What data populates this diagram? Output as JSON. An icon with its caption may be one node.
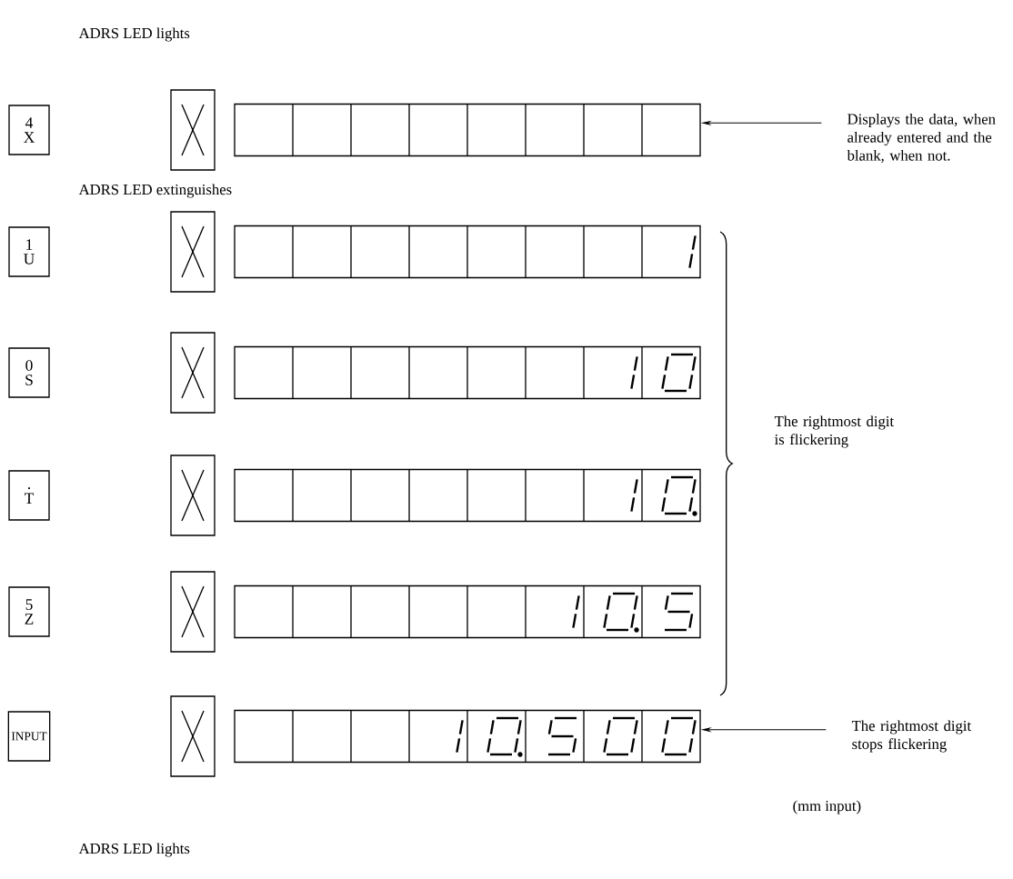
{
  "diagram": {
    "nodes": [
      {
        "text": [
          "4",
          "X"
        ]
      },
      {
        "text": [],
        "shape": "box"
      },
      {
        "text": [],
        "shape": "box"
      },
      {
        "text": [
          "Displays the data, when already entered and the blank, when not."
        ]
      },
      {
        "text": [
          "1",
          "U"
        ]
      },
      {
        "text": [],
        "shape": "box"
      },
      {
        "text": [],
        "shape": "box"
      },
      {
        "text": [
          "0",
          "S"
        ]
      },
      {
        "text": [],
        "shape": "box"
      },
      {
        "text": [],
        "shape": "box"
      },
      {
        "text": [
          ".",
          "T"
        ]
      },
      {
        "text": [],
        "shape": "box"
      },
      {
        "text": [],
        "shape": "box"
      },
      {
        "text": [
          "5",
          "Z"
        ]
      },
      {
        "text": [],
        "shape": "box"
      },
      {
        "text": [],
        "shape": "box"
      },
      {
        "text": [
          "INPUT"
        ]
      },
      {
        "text": [],
        "shape": "box"
      },
      {
        "text": [],
        "shape": "box"
      },
      {
        "text": [
          "The rightmost digit stops flickering"
        ]
      }
    ],
    "edges": [
      {
        "from": 3,
        "to": 2,
        "arrow": "to"
      },
      {
        "from": 19,
        "to": 18,
        "arrow": "to"
      }
    ],
    "labels": [
      "ADRS LED lights",
      "ADRS LED extinguishes",
      "The rightmost digit is flickering",
      "(mm input)",
      "ADRS LED lights"
    ]
  }
}
